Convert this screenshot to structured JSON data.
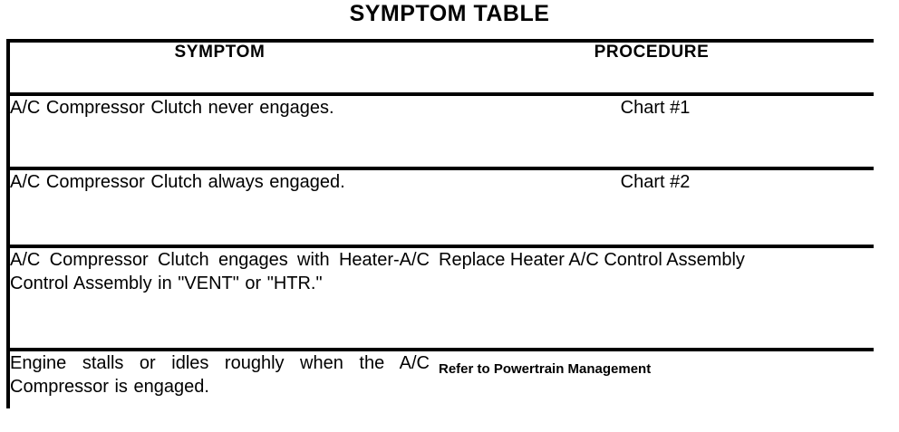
{
  "document": {
    "title": "SYMPTOM TABLE"
  },
  "table": {
    "headers": {
      "symptom": "SYMPTOM",
      "procedure": "PROCEDURE"
    },
    "rows": [
      {
        "symptom": "A/C Compressor Clutch never engages.",
        "procedure": "Chart #1",
        "procedure_align": "center"
      },
      {
        "symptom": "A/C Compressor Clutch always engaged.",
        "procedure": "Chart #2",
        "procedure_align": "center"
      },
      {
        "symptom": "A/C Compressor Clutch engages with Heater-A/C Control Assembly in \"VENT\" or \"HTR.\"",
        "procedure": "Replace Heater A/C Control Assembly",
        "procedure_align": "left"
      },
      {
        "symptom": "Engine stalls or idles roughly when the A/C Compressor is engaged.",
        "procedure_prefix": "Refer to ",
        "procedure_strong": "Powertrain Management",
        "procedure_align": "left-small"
      }
    ]
  },
  "colors": {
    "ink": "#000000",
    "paper": "#ffffff"
  }
}
